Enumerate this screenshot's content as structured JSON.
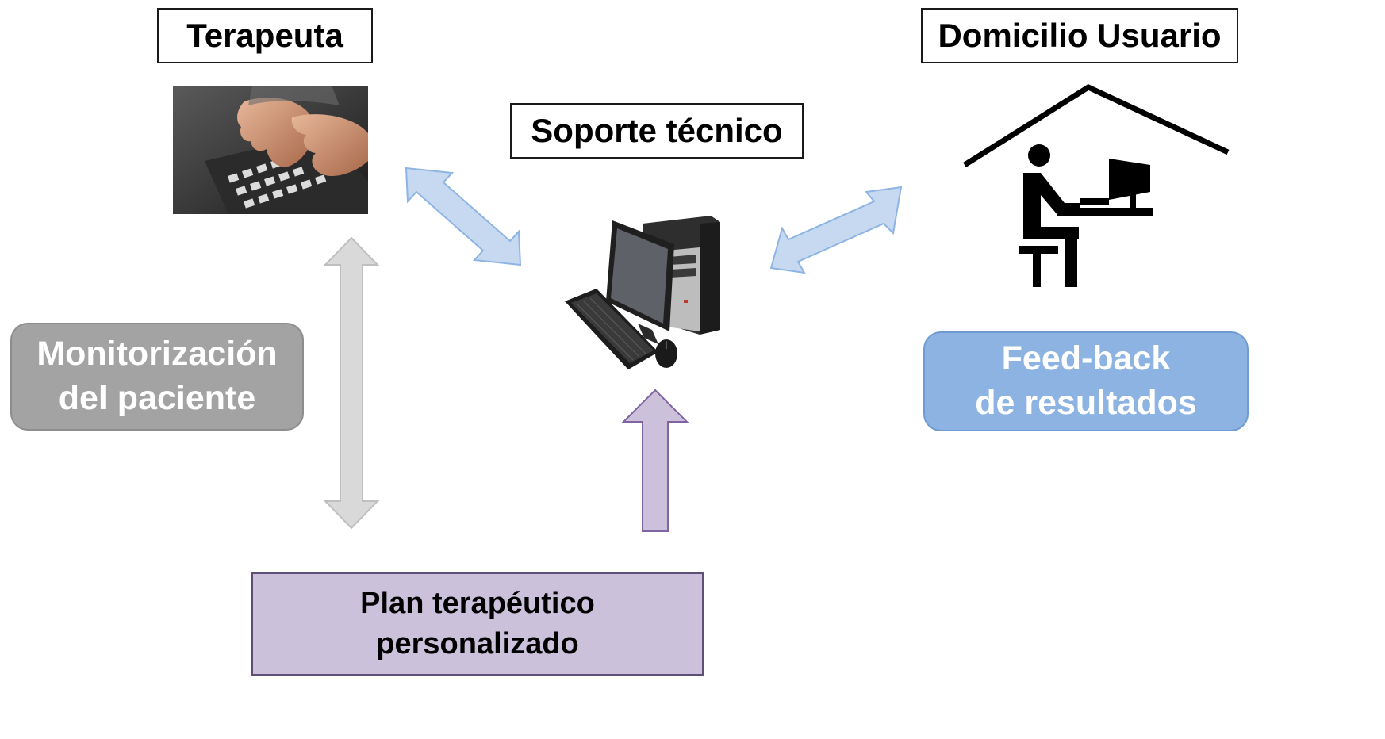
{
  "labels": {
    "therapist": "Terapeuta",
    "home": "Domicilio Usuario",
    "support": "Soporte técnico"
  },
  "monitoring": {
    "line1": "Monitorización",
    "line2": "del paciente"
  },
  "feedback": {
    "line1": "Feed-back",
    "line2": "de resultados"
  },
  "plan": {
    "line1": "Plan terapéutico",
    "line2": "personalizado"
  },
  "icons": {
    "therapist_image": "hands-typing-on-keyboard-photo",
    "computer_image": "desktop-computer-icon",
    "home_image": "person-at-computer-in-house-icon"
  },
  "colors": {
    "gray_arrow": "#d9d9d9",
    "blue_arrow": "#c6d9f1",
    "purple_arrow": "#ccc1da",
    "monitoring_fill": "#a3a3a3",
    "feedback_fill": "#8db3e2",
    "plan_fill": "#ccc1da"
  }
}
